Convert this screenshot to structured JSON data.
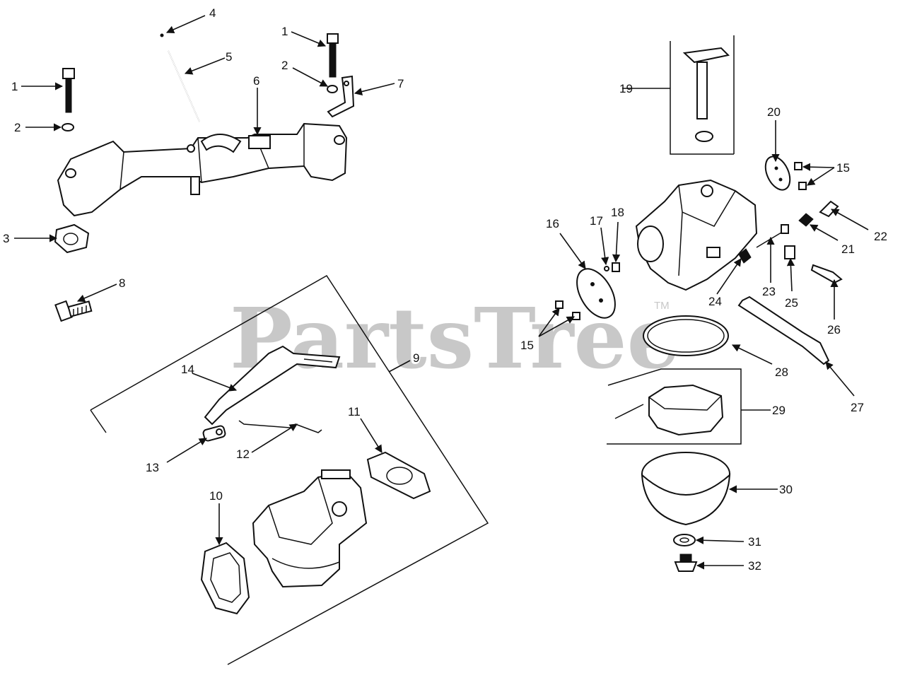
{
  "watermark": {
    "brand": "PartsTree",
    "tm": "TM"
  },
  "callouts": {
    "c1a": "1",
    "c1b": "1",
    "c2a": "2",
    "c2b": "2",
    "c3": "3",
    "c4": "4",
    "c5": "5",
    "c6": "6",
    "c7": "7",
    "c8": "8",
    "c9": "9",
    "c10": "10",
    "c11": "11",
    "c12": "12",
    "c13": "13",
    "c14": "14",
    "c15a": "15",
    "c15b": "15",
    "c16": "16",
    "c17": "17",
    "c18": "18",
    "c19": "19",
    "c20": "20",
    "c21": "21",
    "c22": "22",
    "c23": "23",
    "c24": "24",
    "c25": "25",
    "c26": "26",
    "c27": "27",
    "c28": "28",
    "c29": "29",
    "c30": "30",
    "c31": "31",
    "c32": "32"
  }
}
